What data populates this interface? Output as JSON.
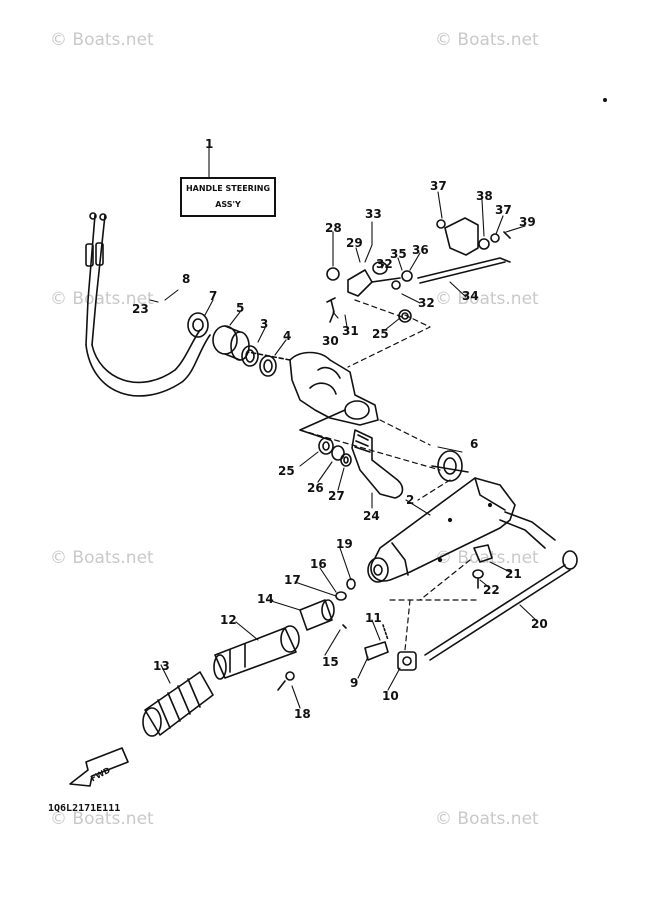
{
  "watermark": "© Boats.net",
  "title_box": {
    "line1": "HANDLE STEERING",
    "line2": "ASS'Y"
  },
  "fwd_label": "FWD",
  "diagram_code": "1Q6L2171E111",
  "callouts": [
    "1",
    "2",
    "3",
    "4",
    "5",
    "6",
    "7",
    "8",
    "9",
    "10",
    "11",
    "12",
    "13",
    "14",
    "15",
    "16",
    "17",
    "18",
    "19",
    "20",
    "21",
    "22",
    "23",
    "24",
    "25",
    "25",
    "26",
    "27",
    "28",
    "29",
    "30",
    "31",
    "32",
    "32",
    "33",
    "34",
    "35",
    "36",
    "37",
    "37",
    "38",
    "39"
  ]
}
